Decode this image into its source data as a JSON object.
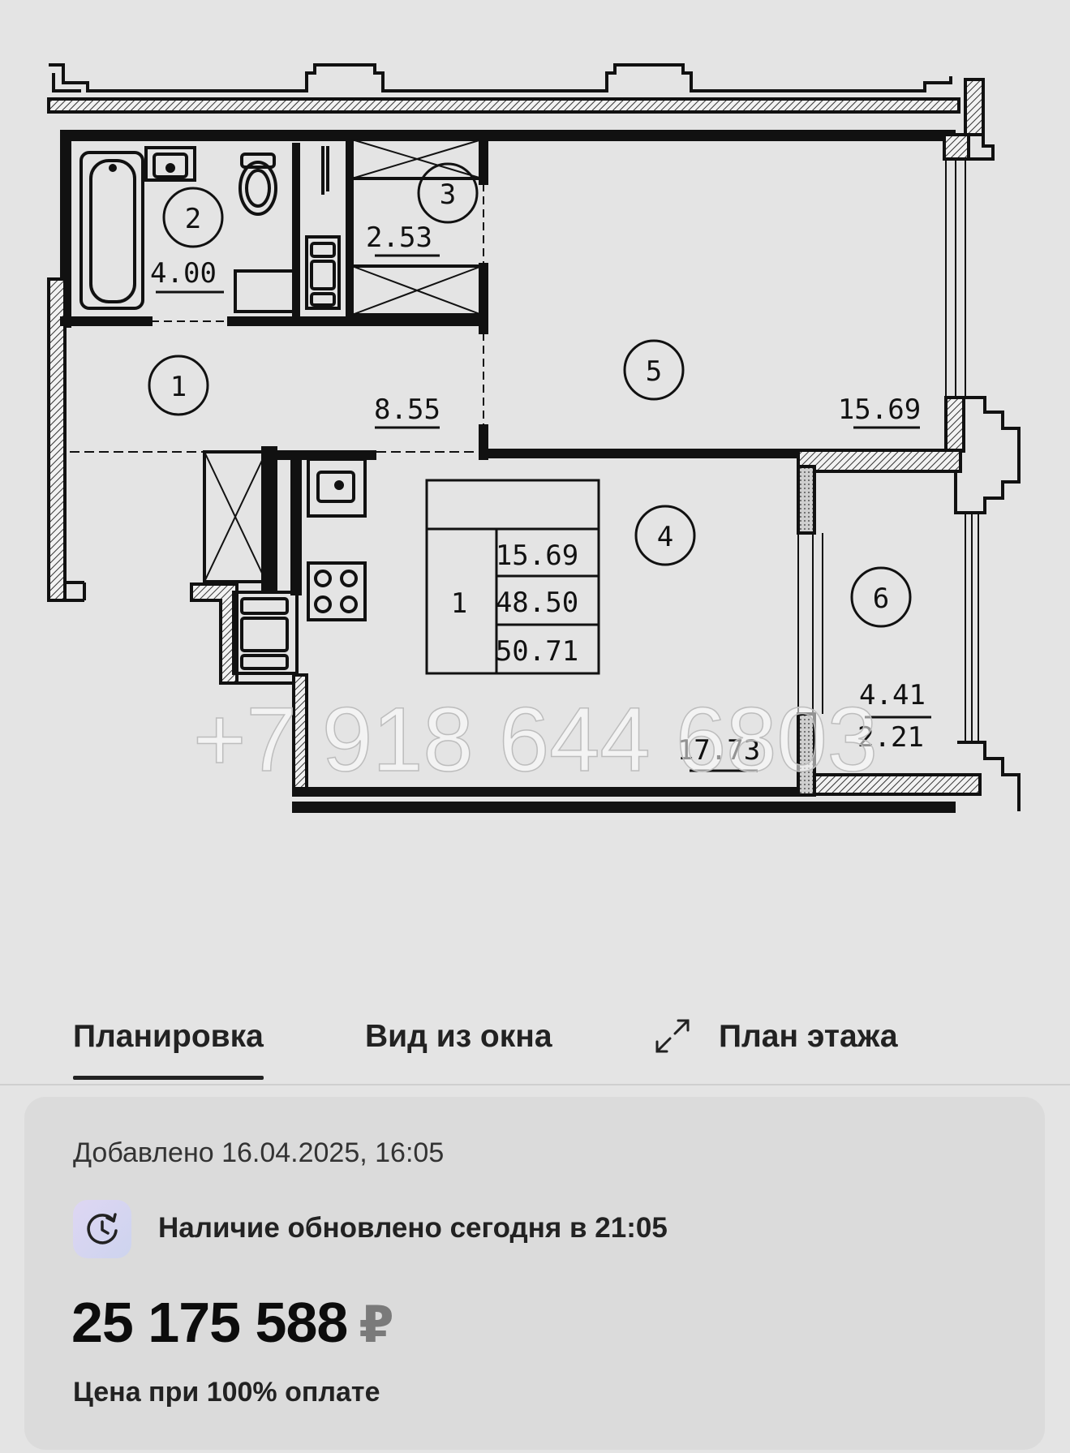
{
  "floor_plan": {
    "rooms": [
      {
        "number": "1",
        "area": "8.55"
      },
      {
        "number": "2",
        "area": "4.00"
      },
      {
        "number": "3",
        "area": "2.53"
      },
      {
        "number": "4",
        "area": "17.73"
      },
      {
        "number": "5",
        "area": "15.69"
      },
      {
        "number": "6",
        "area": "4.41",
        "area_reduced": "2.21"
      }
    ],
    "summary": {
      "rooms_count": "1",
      "living_area": "15.69",
      "total_area": "48.50",
      "total_area_with_balcony": "50.71"
    },
    "watermark": "+7 918 644 6803",
    "compass_icon": "compass-sun-icon"
  },
  "tabs": [
    {
      "label": "Планировка",
      "active": true
    },
    {
      "label": "Вид из окна",
      "active": false
    },
    {
      "label": "План этажа",
      "active": false,
      "icon": "expand-arrows-icon"
    }
  ],
  "info": {
    "added": "Добавлено 16.04.2025, 16:05",
    "availability": "Наличие обновлено сегодня в 21:05",
    "availability_icon": "clock-refresh-icon",
    "price": "25 175 588",
    "currency": "₽",
    "price_note": "Цена при 100% оплате"
  },
  "colors": {
    "background": "#e4e4e4",
    "card": "#dbdbdb",
    "compass_accent": "#c23a14",
    "compass_north": "#8b1010"
  }
}
